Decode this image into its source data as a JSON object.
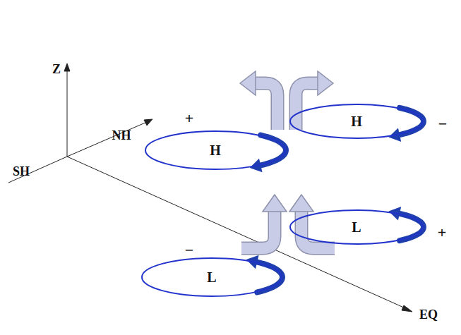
{
  "diagram": {
    "nodes": [
      {
        "text": [
          "H"
        ]
      },
      {
        "text": [
          "H"
        ]
      },
      {
        "text": [
          "L"
        ]
      },
      {
        "text": [
          "L"
        ]
      }
    ],
    "labels": [
      "Z",
      "NH",
      "SH",
      "+",
      "−",
      "+",
      "−",
      "EQ"
    ]
  }
}
